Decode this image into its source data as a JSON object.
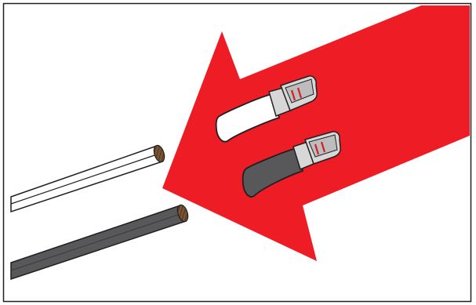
{
  "figure": {
    "kind": "instructional-illustration",
    "description_text": "",
    "colors": {
      "arrow": "#ee1c25",
      "wire_white_insulation": "#ffffff",
      "wire_dark_insulation": "#58585a",
      "copper_strands": "#6b4a2a",
      "terminal_metal": "#cfcfcf",
      "terminal_band": "#d32027",
      "outline": "#231f20"
    },
    "icons": [
      "arrow-left-icon",
      "white-wire",
      "dark-wire",
      "white-spade-terminal",
      "dark-spade-terminal"
    ]
  }
}
